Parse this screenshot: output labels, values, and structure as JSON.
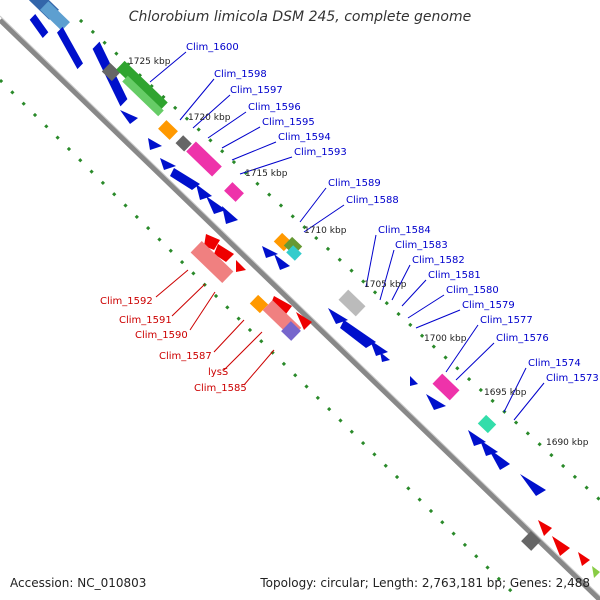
{
  "header": {
    "title": "Chlorobium limicola DSM 245, complete genome"
  },
  "footer": {
    "accession": "Accession: NC_010803",
    "summary": "Topology: circular; Length: 2,763,181 bp; Genes: 2,488"
  },
  "scale_labels": [
    "1725 kbp",
    "1720 kbp",
    "1715 kbp",
    "1710 kbp",
    "1705 kbp",
    "1700 kbp",
    "1695 kbp",
    "1690 kbp"
  ],
  "forward_genes": [
    "Clim_1600",
    "Clim_1598",
    "Clim_1597",
    "Clim_1596",
    "Clim_1595",
    "Clim_1594",
    "Clim_1593",
    "Clim_1589",
    "Clim_1588",
    "Clim_1584",
    "Clim_1583",
    "Clim_1582",
    "Clim_1581",
    "Clim_1580",
    "Clim_1579",
    "Clim_1577",
    "Clim_1576",
    "Clim_1574",
    "Clim_1573"
  ],
  "reverse_genes": [
    "Clim_1592",
    "Clim_1591",
    "Clim_1590",
    "Clim_1587",
    "lysS",
    "Clim_1585"
  ],
  "colors": {
    "forward_label": "#0000cc",
    "reverse_label": "#cc0000",
    "backbone": "#7a7a7a",
    "tick": "#2a8a2a"
  }
}
